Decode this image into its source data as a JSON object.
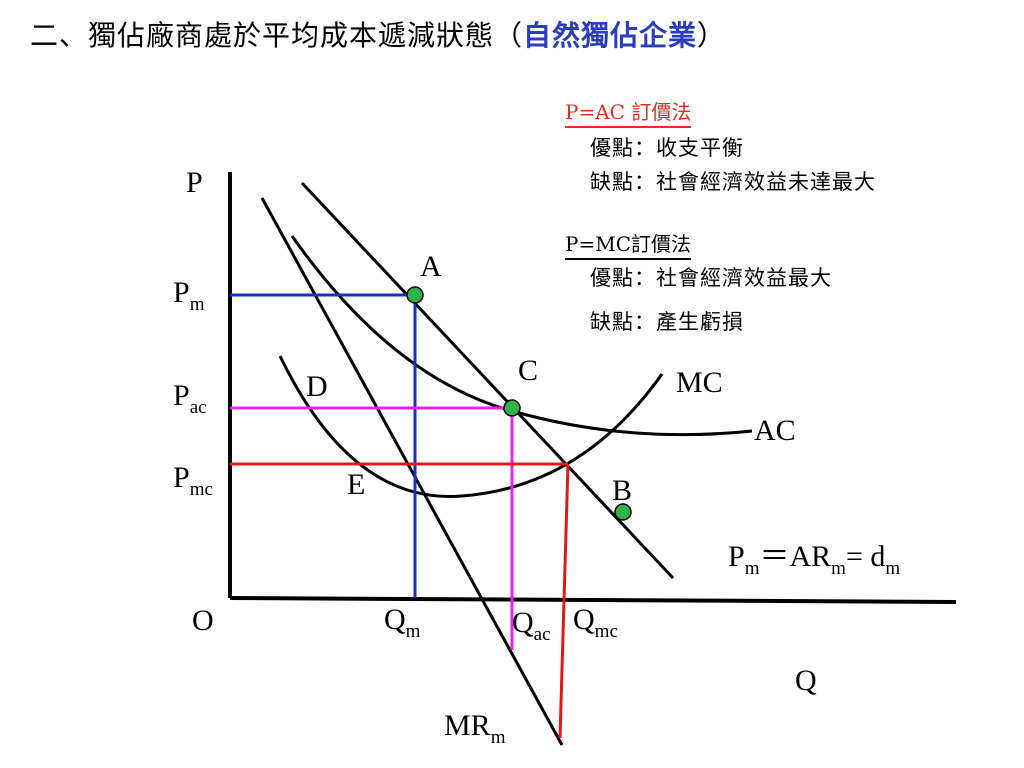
{
  "title": {
    "prefix": "二、獨佔廠商處於平均成本遞減狀態（",
    "highlight": "自然獨佔企業",
    "suffix": "）"
  },
  "notes": {
    "ac_pricing": {
      "heading": "P=AC 訂價法",
      "pro": "優點：收支平衡",
      "con": "缺點：社會經濟效益未達最大"
    },
    "mc_pricing": {
      "heading": "P=MC訂價法",
      "pro": "優點：社會經濟效益最大",
      "con": "缺點：產生虧損"
    }
  },
  "diagram": {
    "axis_labels": {
      "y": "P",
      "x": "Q",
      "origin": "O"
    },
    "price_labels": {
      "pm": {
        "main": "P",
        "sub": "m"
      },
      "pac": {
        "main": "P",
        "sub": "ac"
      },
      "pmc": {
        "main": "P",
        "sub": "mc"
      }
    },
    "quantity_labels": {
      "qm": {
        "main": "Q",
        "sub": "m"
      },
      "qac": {
        "main": "Q",
        "sub": "ac"
      },
      "qmc": {
        "main": "Q",
        "sub": "mc"
      }
    },
    "point_labels": {
      "a": "A",
      "b": "B",
      "c": "C",
      "d": "D",
      "e": "E"
    },
    "curve_labels": {
      "mc": "MC",
      "ac": "AC",
      "mr": {
        "main": "MR",
        "sub": "m"
      }
    },
    "demand_equation": {
      "p": "P",
      "p_sub": "m",
      "eq1": "＝",
      "ar": "AR",
      "ar_sub": "m",
      "eq2": "= d",
      "d_sub": "m"
    },
    "colors": {
      "pm_line": "#1a2fc8",
      "pac_line": "#ee22ee",
      "pmc_line": "#e01818",
      "point_fill": "#2fb34a",
      "title_highlight": "#2a3dbf",
      "ac_heading": "#e0301e"
    }
  }
}
